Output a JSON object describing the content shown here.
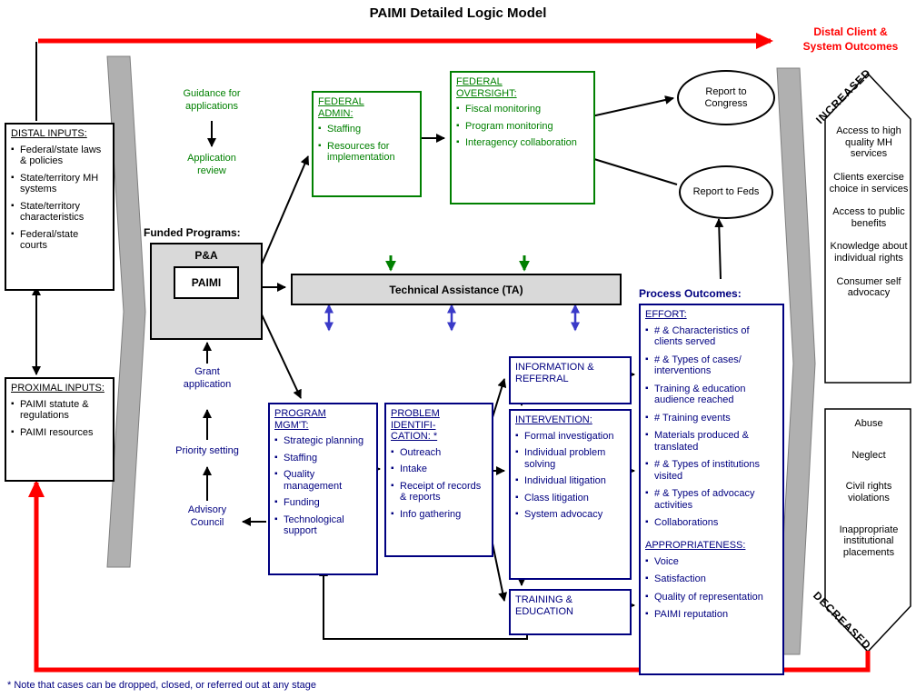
{
  "title": "PAIMI Detailed Logic Model",
  "colors": {
    "green": "#008000",
    "navy": "#000080",
    "red": "#ff0000",
    "box_gray": "#d9d9d9",
    "chevron_gray": "#b0b0b0",
    "blue_arrow": "#3a3ac8"
  },
  "outcomes_banner": {
    "label": "Distal Client & System Outcomes"
  },
  "inputs": {
    "distal": {
      "title": "DISTAL INPUTS:",
      "items": [
        "Federal/state laws & policies",
        "State/territory MH systems",
        "State/territory characteristics",
        "Federal/state courts"
      ]
    },
    "proximal": {
      "title": "PROXIMAL INPUTS:",
      "items": [
        "PAIMI statute & regulations",
        "PAIMI resources"
      ]
    }
  },
  "pre_award": {
    "guidance": "Guidance for applications",
    "review": "Application review"
  },
  "funded": {
    "label": "Funded Programs:",
    "outer": "P&A",
    "inner": "PAIMI"
  },
  "federal_admin": {
    "title": "FEDERAL\nADMIN:",
    "items": [
      "Staffing",
      "Resources for implementation"
    ]
  },
  "federal_oversight": {
    "title": "FEDERAL\nOVERSIGHT:",
    "items": [
      "Fiscal monitoring",
      "Program monitoring",
      "Interagency collaboration"
    ]
  },
  "reports": {
    "congress": "Report to Congress",
    "feds": "Report to Feds"
  },
  "ta": {
    "label": "Technical Assistance (TA)"
  },
  "program_flow": {
    "grant": "Grant application",
    "priority": "Priority setting",
    "advisory": "Advisory Council"
  },
  "program_mgmt": {
    "title": "PROGRAM\nMGM'T:",
    "items": [
      "Strategic planning",
      "Staffing",
      "Quality management",
      "Funding",
      "Technological support"
    ]
  },
  "problem_id": {
    "title": "PROBLEM\nIDENTIFI-\nCATION: *",
    "items": [
      "Outreach",
      "Intake",
      "Receipt of records & reports",
      "Info gathering"
    ]
  },
  "info_referral": {
    "label": "INFORMATION &\nREFERRAL"
  },
  "intervention": {
    "title": "INTERVENTION:",
    "items": [
      "Formal investigation",
      "Individual problem solving",
      "Individual litigation",
      "Class litigation",
      "System advocacy"
    ]
  },
  "training_education": {
    "label": "TRAINING &\nEDUCATION"
  },
  "process_outcomes": {
    "label": "Process Outcomes:",
    "effort": {
      "title": "EFFORT:",
      "items": [
        "# & Characteristics of clients served",
        "# & Types of cases/ interventions",
        "Training & education audience reached",
        "# Training events",
        "Materials produced & translated",
        "# & Types of institutions visited",
        "# & Types of advocacy activities",
        "Collaborations"
      ]
    },
    "appropriateness": {
      "title": "APPROPRIATENESS:",
      "items": [
        "Voice",
        "Satisfaction",
        "Quality of representation",
        "PAIMI reputation"
      ]
    }
  },
  "increased": {
    "label": "INCREASED",
    "items": [
      "Access to high quality MH services",
      "Clients exercise choice in services",
      "Access to public benefits",
      "Knowledge about individual rights",
      "Consumer self advocacy"
    ]
  },
  "decreased": {
    "label": "DECREASED",
    "items": [
      "Abuse",
      "Neglect",
      "Civil rights violations",
      "Inappropriate institutional placements"
    ]
  },
  "footnote": "* Note that cases can be dropped, closed, or referred out at any stage"
}
